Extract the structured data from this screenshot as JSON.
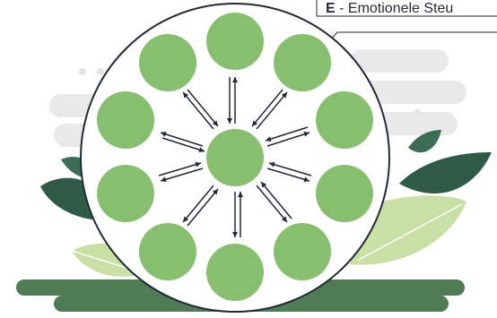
{
  "label": {
    "letter": "E",
    "separator": " - ",
    "text": "Emotionele Steu"
  },
  "colors": {
    "node": "#86c06f",
    "ring_stroke": "#1f2a36",
    "arrow": "#1f2a36",
    "dark_leaf": "#2e5a46",
    "light_leaf": "#c9e0a5",
    "ground": "#4f7c55",
    "backdrop": "#e8e8e8"
  },
  "diagram": {
    "center_node": "center",
    "outer_nodes": [
      "n1",
      "n2",
      "n3",
      "n4",
      "n5",
      "n6",
      "n7",
      "n8",
      "n9",
      "n10"
    ]
  }
}
